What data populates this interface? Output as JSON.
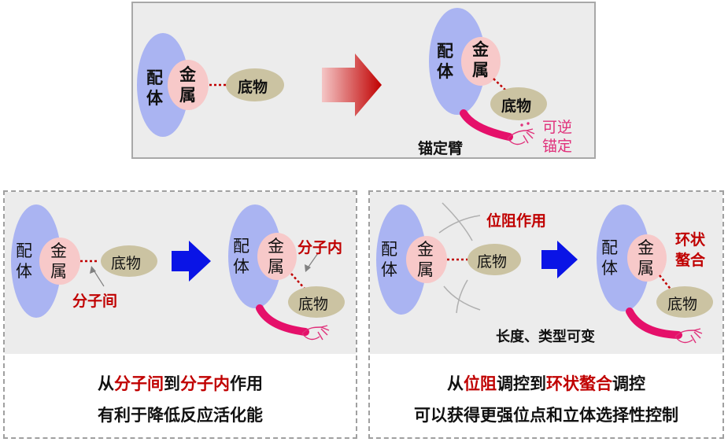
{
  "labels": {
    "ligand": "配体",
    "metal": "金属",
    "substrate": "底物"
  },
  "top_panel": {
    "anchor_arm": "锚定臂",
    "reversible_anchor": "可逆锚定"
  },
  "left_panel": {
    "intermolecular": "分子间",
    "intramolecular": "分子内",
    "caption_line1_a": "从",
    "caption_line1_b": "分子间",
    "caption_line1_c": "到",
    "caption_line1_d": "分子内",
    "caption_line1_e": "作用",
    "caption_line2": "有利于降低反应活化能"
  },
  "right_panel": {
    "steric_effect": "位阻作用",
    "cyclic_chelation": "环状螯合",
    "length_type_variable": "长度、类型可变",
    "caption_line1_a": "从",
    "caption_line1_b": "位阻",
    "caption_line1_c": "调控到",
    "caption_line1_d": "环状螯合",
    "caption_line1_e": "调控",
    "caption_line2": "可以获得更强位点和立体选择性控制"
  }
}
